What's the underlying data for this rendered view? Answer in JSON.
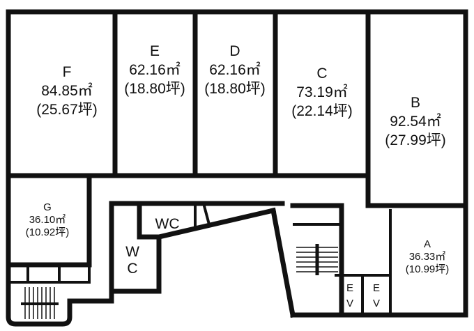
{
  "rooms": {
    "F": {
      "name": "F",
      "area": "84.85㎡",
      "tsubo": "(25.67坪)"
    },
    "E": {
      "name": "E",
      "area": "62.16㎡",
      "tsubo": "(18.80坪)"
    },
    "D": {
      "name": "D",
      "area": "62.16㎡",
      "tsubo": "(18.80坪)"
    },
    "C": {
      "name": "C",
      "area": "73.19㎡",
      "tsubo": "(22.14坪)"
    },
    "B": {
      "name": "B",
      "area": "92.54㎡",
      "tsubo": "(27.99坪)"
    },
    "G": {
      "name": "G",
      "area": "36.10㎡",
      "tsubo": "(10.92坪)"
    },
    "A": {
      "name": "A",
      "area": "36.33㎡",
      "tsubo": "(10.99坪)"
    }
  },
  "facilities": {
    "wc1": "WC",
    "wc2_top": "W",
    "wc2_bottom": "C",
    "ev_e": "E",
    "ev_v": "V"
  }
}
